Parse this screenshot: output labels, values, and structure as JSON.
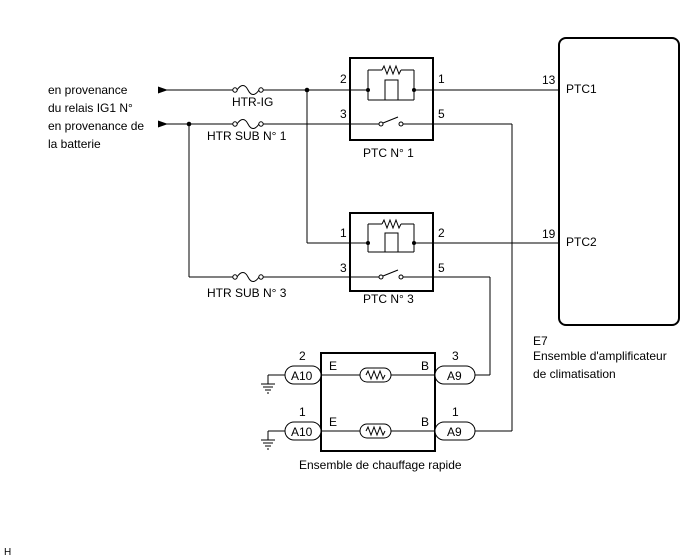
{
  "sources": {
    "relay_line1": "en provenance",
    "relay_line2": "du relais IG1 N°",
    "battery_line1": "en provenance de",
    "battery_line2": "la batterie"
  },
  "fuses": {
    "htr_ig": "HTR-IG",
    "htr_sub1": "HTR SUB N° 1",
    "htr_sub3": "HTR SUB N° 3"
  },
  "ptc1": {
    "label": "PTC N° 1",
    "pin_in_top": "2",
    "pin_in_bot": "3",
    "pin_out_top": "1",
    "pin_out_bot": "5"
  },
  "ptc3": {
    "label": "PTC N° 3",
    "pin_in_top": "1",
    "pin_in_bot": "3",
    "pin_out_top": "2",
    "pin_out_bot": "5"
  },
  "amplifier": {
    "code": "E7",
    "name_line1": "Ensemble d'amplificateur",
    "name_line2": "de climatisation",
    "pin_ptc1": "13",
    "label_ptc1": "PTC1",
    "pin_ptc2": "19",
    "label_ptc2": "PTC2"
  },
  "quick_heater": {
    "name": "Ensemble de chauffage rapide",
    "left_top_connector": "A10",
    "left_top_pin": "2",
    "left_bot_connector": "A10",
    "left_bot_pin": "1",
    "right_top_connector": "A9",
    "right_top_pin": "3",
    "right_bot_connector": "A9",
    "right_bot_pin": "1",
    "terminal_e": "E",
    "terminal_b": "B"
  },
  "corner_mark": "H"
}
